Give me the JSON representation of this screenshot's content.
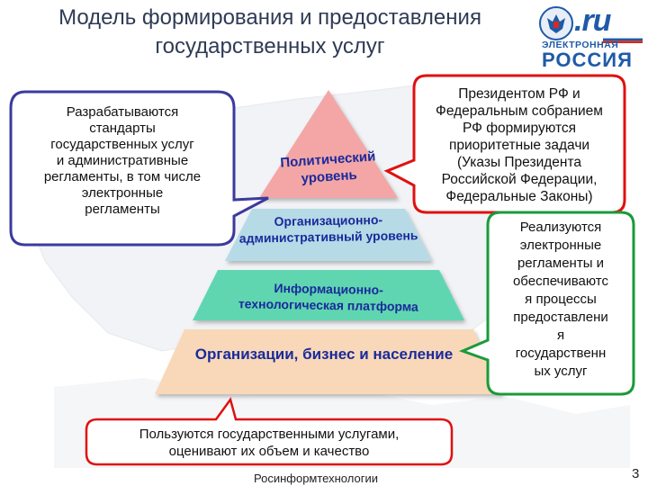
{
  "title": {
    "line1": "Модель формирования  и предоставления",
    "line2": "государственных услуг"
  },
  "logo": {
    "mark": ".ru",
    "line1": "ЭЛЕКТРОННАЯ",
    "line2": "РОССИЯ",
    "emblem_icon": "coat-of-arms-icon",
    "flag_colors": [
      "#ffffff",
      "#1f5aa8",
      "#d52b1e"
    ]
  },
  "pyramid": {
    "levels": [
      {
        "label_lines": [
          "Политический",
          "уровень"
        ],
        "color": "#f4a6a6"
      },
      {
        "label_lines": [
          "Организационно-",
          "административный уровень"
        ],
        "color": "#b6dbe6"
      },
      {
        "label_lines": [
          "Информационно-",
          "технологическая платформа"
        ],
        "color": "#5ed6b0"
      },
      {
        "label_lines": [
          "Организации, бизнес и население"
        ],
        "color": "#f8d8b8"
      }
    ]
  },
  "callouts": {
    "left": {
      "lines": [
        "Разрабатываются",
        "стандарты",
        "государственных услуг",
        "и административные",
        "регламенты, в том числе",
        "электронные",
        "регламенты"
      ],
      "border_color": "#3b3a9e"
    },
    "right_top": {
      "lines": [
        "Президентом РФ и",
        "Федеральным собранием",
        "РФ формируются",
        "приоритетные задачи",
        "(Указы Президента",
        "Российской Федерации,",
        "Федеральные Законы)"
      ],
      "border_color": "#e01010"
    },
    "right_bottom": {
      "lines": [
        "Реализуются",
        "электронные",
        "регламенты и",
        "обеспечиваютс",
        "я процессы",
        "предоставлени",
        "я",
        "государственн",
        "ых услуг"
      ],
      "border_color": "#1a9a3a"
    },
    "bottom": {
      "lines": [
        "Пользуются государственными услугами,",
        "оценивают их объем и качество"
      ],
      "border_color": "#e01010"
    }
  },
  "footer": {
    "source": "Росинформтехнологии",
    "page_number": "3"
  }
}
